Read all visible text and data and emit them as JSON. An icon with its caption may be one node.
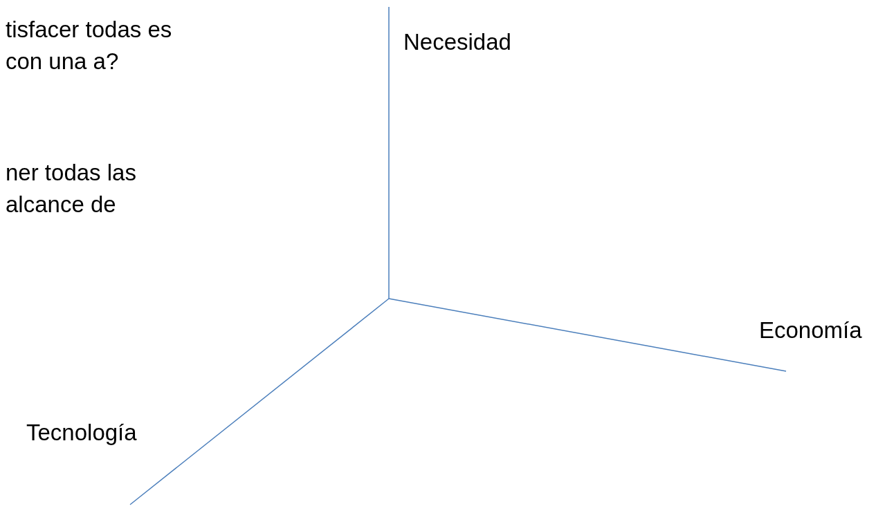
{
  "diagram": {
    "labels": [
      "tisfacer todas es con una a?",
      "ner todas las alcance de",
      "Necesidad",
      "Economía",
      "Tecnología"
    ]
  }
}
